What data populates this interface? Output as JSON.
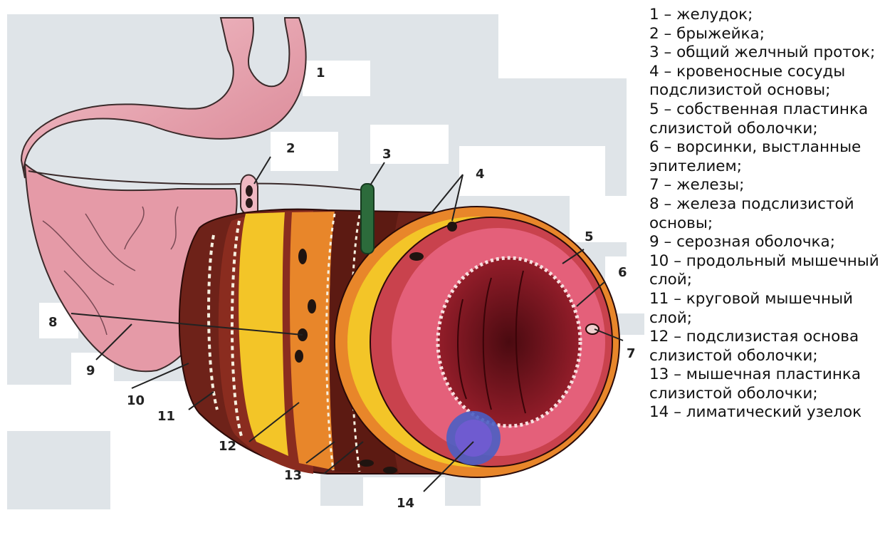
{
  "diagram": {
    "callouts": [
      "1",
      "2",
      "3",
      "4",
      "5",
      "6",
      "7",
      "8",
      "9",
      "10",
      "11",
      "12",
      "13",
      "14"
    ]
  },
  "legend": [
    "1 – желудок;",
    "2 – брыжейка;",
    "3 – общий желчный проток;",
    "4 – кровеносные сосуды подслизистой основы;",
    "5 – собственная пластинка слизистой оболочки;",
    "6 – ворсинки, выстланные эпителием;",
    "7 – железы;",
    "8 – железа подслизистой основы;",
    "9 – серозная оболочка;",
    "10 – продольный мышечный слой;",
    "11 – круговой мышечный слой;",
    "12 – подслизистая основа слизистой оболочки;",
    "13 – мышечная пластинка слизистой оболочки;",
    "14 – лиматический узелок"
  ],
  "colors": {
    "stomach": "#e59aa7",
    "muscle": "#6e2219",
    "submucosa": "#f3c528",
    "mucosa": "#c9424d",
    "lumen": "#7e1420",
    "background_panel": "#dfe4e8"
  }
}
